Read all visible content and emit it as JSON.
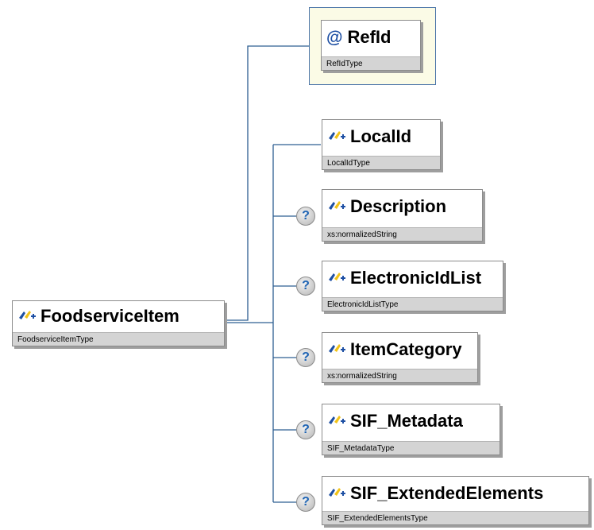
{
  "root": {
    "name": "FoodserviceItem",
    "type": "FoodserviceItemType"
  },
  "attribute": {
    "name": "RefId",
    "type": "RefIdType"
  },
  "children": [
    {
      "name": "LocalId",
      "type": "LocalIdType",
      "optional": false
    },
    {
      "name": "Description",
      "type": "xs:normalizedString",
      "optional": true
    },
    {
      "name": "ElectronicIdList",
      "type": "ElectronicIdListType",
      "optional": true
    },
    {
      "name": "ItemCategory",
      "type": "xs:normalizedString",
      "optional": true
    },
    {
      "name": "SIF_Metadata",
      "type": "SIF_MetadataType",
      "optional": true
    },
    {
      "name": "SIF_ExtendedElements",
      "type": "SIF_ExtendedElementsType",
      "optional": true
    }
  ],
  "icons": {
    "element": "element-icon",
    "attribute": "at-sign-icon",
    "optional": "question-mark-icon"
  },
  "colors": {
    "connector": "#2e5f92",
    "attribute_frame": "#4a74a8",
    "attribute_background": "#fbfbe6",
    "type_bar": "#d4d4d4",
    "icon_blue": "#1d4fa3",
    "icon_yellow": "#f2c318"
  }
}
